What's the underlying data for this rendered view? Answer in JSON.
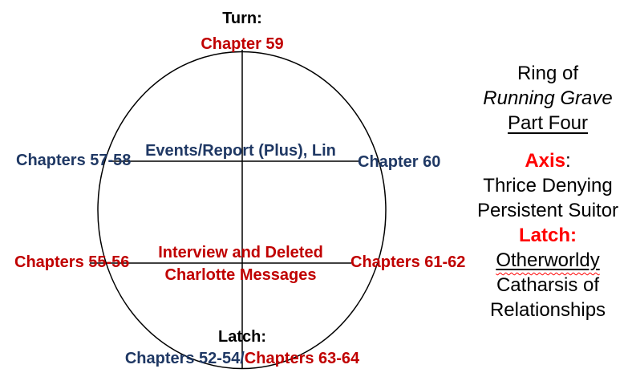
{
  "colors": {
    "navy_text": "#1F3864",
    "diagram_red": "#C00000",
    "panel_red": "#FF0000",
    "black": "#000000",
    "line_stroke": "#000000"
  },
  "diagram": {
    "turn_label": "Turn:",
    "turn_value": "Chapter 59",
    "upper_left": "Chapters 57-58",
    "upper_axis_label": "Events/Report (Plus), Lin",
    "upper_right": "Chapter 60",
    "lower_left": "Chapters 55-56",
    "lower_axis_line1": "Interview and Deleted",
    "lower_axis_line2": "Charlotte Messages",
    "lower_right": "Chapters 61-62",
    "latch_label": "Latch:",
    "latch_value_blue": "Chapters 52-54/",
    "latch_value_red": "Chapters 63-64"
  },
  "panel": {
    "title_line1": "Ring of",
    "title_line2": "Running Grave",
    "title_line3": "Part Four",
    "axis_word": "Axis",
    "axis_colon": ":",
    "axis_desc_line1": "Thrice Denying",
    "axis_desc_line2": "Persistent Suitor",
    "latch_word": "Latch:",
    "latch_desc_line1": "Otherworldy",
    "latch_desc_line2": "Catharsis of",
    "latch_desc_line3": "Relationships"
  }
}
